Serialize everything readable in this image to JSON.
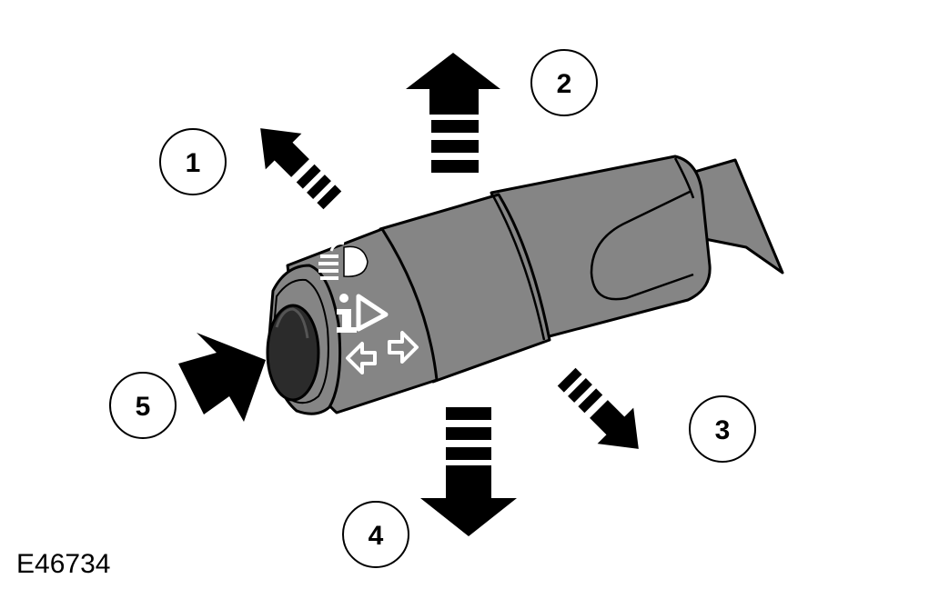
{
  "figure": {
    "reference_code": "E46734",
    "callouts": [
      {
        "id": "1",
        "label": "1"
      },
      {
        "id": "2",
        "label": "2"
      },
      {
        "id": "3",
        "label": "3"
      },
      {
        "id": "4",
        "label": "4"
      },
      {
        "id": "5",
        "label": "5"
      }
    ],
    "colors": {
      "stalk_body": "#858585",
      "stalk_dark": "#6f6f6f",
      "outline": "#000000",
      "arrow": "#000000",
      "symbols": "#ffffff",
      "button": "#2b2b2b"
    },
    "icons": [
      "headlamp-icon",
      "information-icon",
      "turn-signal-icon"
    ]
  }
}
